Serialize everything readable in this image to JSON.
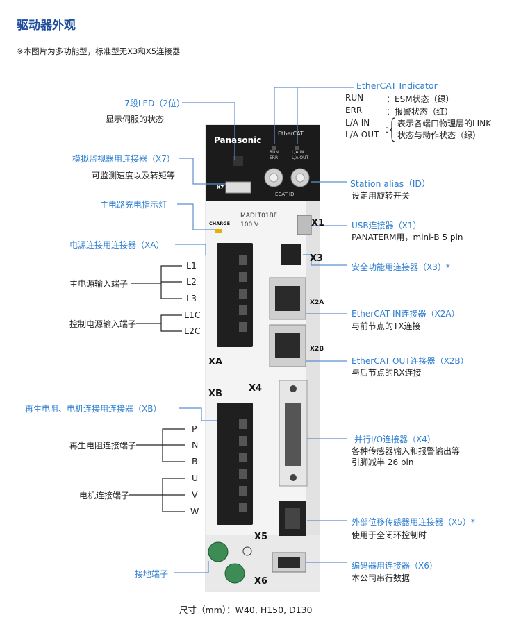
{
  "title": "驱动器外观",
  "note": "※本图片为多功能型，标准型无X3和X5连接器",
  "left_labels": {
    "led": "7段LED（2位）",
    "led_desc": "显示伺服的状态",
    "x7": "模拟监视器用连接器（X7）",
    "x7_desc": "可监测速度以及转矩等",
    "charge": "主电路充电指示灯",
    "xa": "电源连接用连接器（XA）",
    "main_power": "主电源输入端子",
    "ctrl_power": "控制电源输入端子",
    "xb": "再生电阻、电机连接用连接器（XB）",
    "regen": "再生电阻连接端子",
    "motor": "电机连接端子",
    "ground": "接地端子"
  },
  "terminals_xa": [
    "L1",
    "L2",
    "L3",
    "L1C",
    "L2C"
  ],
  "terminals_xb": [
    "P",
    "N",
    "B",
    "U",
    "V",
    "W"
  ],
  "right_labels": {
    "ecat_title": "EtherCAT Indicator",
    "run_key": "RUN",
    "run_val": "：ESM状态（绿）",
    "err_key": "ERR",
    "err_val": "：报警状态（红）",
    "la_in": "L/A IN",
    "la_out": "L/A OUT",
    "la_val1": "表示各端口物理层的LINK",
    "la_val2": "状态与动作状态（绿）",
    "colon": "：",
    "station": "Station alias（ID）",
    "station_desc": "设定用旋转开关",
    "x1": "USB连接器（X1）",
    "x1_desc": "PANATERM用，mini-B 5 pin",
    "x3": "安全功能用连接器（X3）*",
    "x2a": "EtherCAT IN连接器（X2A）",
    "x2a_desc": "与前节点的TX连接",
    "x2b": "EtherCAT OUT连接器（X2B）",
    "x2b_desc": "与后节点的RX连接",
    "x4": "并行I/O连接器（X4）",
    "x4_desc1": "各种传感器输入和报警输出等",
    "x4_desc2": "引脚减半 26 pin",
    "x5": "外部位移传感器用连接器（X5）*",
    "x5_desc": "使用于全闭环控制时",
    "x6": "编码器用连接器（X6）",
    "x6_desc": "本公司串行数据"
  },
  "device": {
    "brand": "Panasonic",
    "ethercat_logo": "EtherCAT.",
    "run": "RUN",
    "err": "ERR",
    "la_in": "L/A IN",
    "la_out": "L/A OUT",
    "ecat_id": "ECAT ID",
    "x7": "X7",
    "model": "MADLT01BF",
    "voltage": "100 V",
    "charge": "CHARGE",
    "x1": "X1",
    "x3": "X3",
    "x2a": "X2A",
    "x2b": "X2B",
    "xa": "XA",
    "xb": "XB",
    "x4": "X4",
    "x5": "X5",
    "x6": "X6"
  },
  "footer": "尺寸（mm）：W40, H150, D130"
}
